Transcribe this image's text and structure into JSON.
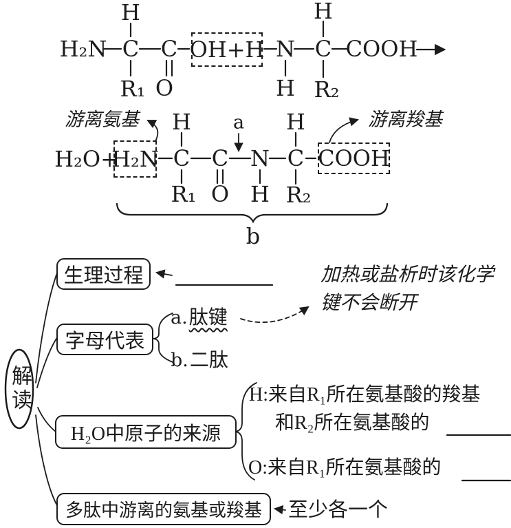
{
  "colors": {
    "ink": "#1c1c1c",
    "bg": "#ffffff"
  },
  "reaction": {
    "reactants": {
      "amino_left": "H₂N",
      "h_alpha1": "H",
      "c_alpha1": "C",
      "r1": "R₁",
      "c_carbonyl": "C",
      "o_carbonyl": "O",
      "leaving_group": "OH+H",
      "n_amide": "N",
      "h_amide": "H",
      "h_alpha2": "H",
      "c_alpha2": "C",
      "r2": "R₂",
      "carboxyl_right": "COOH"
    },
    "product": {
      "water": "H₂O+",
      "free_amino_box": "H₂N",
      "h_alpha1": "H",
      "c_alpha1": "C",
      "r1": "R₁",
      "c_carbonyl": "C",
      "o_carbonyl": "O",
      "n_amide": "N",
      "h_amide": "H",
      "h_alpha2": "H",
      "c_alpha2": "C",
      "r2": "R₂",
      "carboxyl_box": "COOH",
      "label_a": "a",
      "label_b": "b",
      "free_amino_note": "游离氨基",
      "free_carboxyl_note": "游离羧基"
    }
  },
  "mindmap": {
    "root": "解读",
    "branch_physiology": {
      "label": "生理过程"
    },
    "branch_letters": {
      "label": "字母代表",
      "item_a_prefix": "a.",
      "item_a_text": "肽键",
      "item_b_prefix": "b.",
      "item_b_text": "二肽",
      "note_line1": "加热或盐析时该化学",
      "note_line2": "键不会断开"
    },
    "branch_water": {
      "label": "H₂O中原子的来源",
      "h_line1": "H:来自R₁所在氨基酸的羧基",
      "h_line2": "和R₂所在氨基酸的",
      "o_line": "O:来自R₁所在氨基酸的"
    },
    "branch_polypeptide": {
      "label": "多肽中游离的氨基或羧基",
      "note": "至少各一个"
    }
  }
}
